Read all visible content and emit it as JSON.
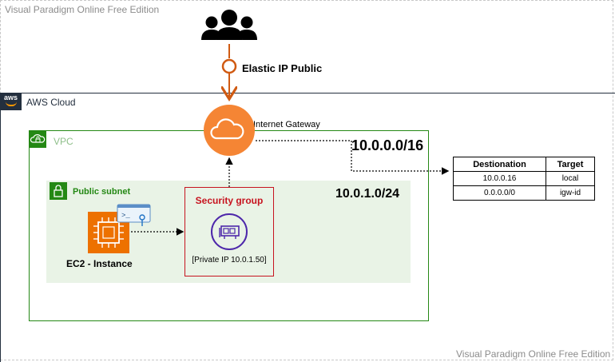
{
  "watermark": {
    "top": "Visual Paradigm Online Free Edition",
    "bottom": "Visual Paradigm Online Free Edition"
  },
  "users": {
    "icon": "users-icon"
  },
  "elastic_ip": {
    "label": "Elastic IP Public",
    "icon": "elastic-ip-icon"
  },
  "aws_cloud": {
    "label": "AWS Cloud",
    "logo_text": "aws"
  },
  "internet_gateway": {
    "label": "Internet Gateway",
    "icon": "cloud-icon",
    "color": "#f58534"
  },
  "vpc": {
    "label": "VPC",
    "cidr": "10.0.0.0/16",
    "color": "#248814"
  },
  "public_subnet": {
    "label": "Public subnet",
    "cidr": "10.0.1.0/24",
    "background": "#e9f3e6"
  },
  "ec2": {
    "label": "EC2 - Instance",
    "icon": "ec2-chip-icon",
    "terminal_icon": "terminal-key-icon",
    "color": "#ed7100"
  },
  "security_group": {
    "label": "Security group",
    "private_ip": "[Private IP 10.0.1.50]",
    "icon": "network-interface-icon",
    "color": "#c7131f",
    "icon_color": "#4d27aa"
  },
  "route_table": {
    "headers": [
      "Destionation",
      "Target"
    ],
    "rows": [
      [
        "10.0.0.16",
        "local"
      ],
      [
        "0.0.0.0/0",
        "igw-id"
      ]
    ]
  }
}
